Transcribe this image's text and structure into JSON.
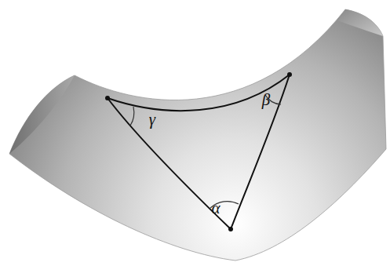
{
  "diagram": {
    "labels": [
      "γ",
      "β",
      "α"
    ]
  }
}
